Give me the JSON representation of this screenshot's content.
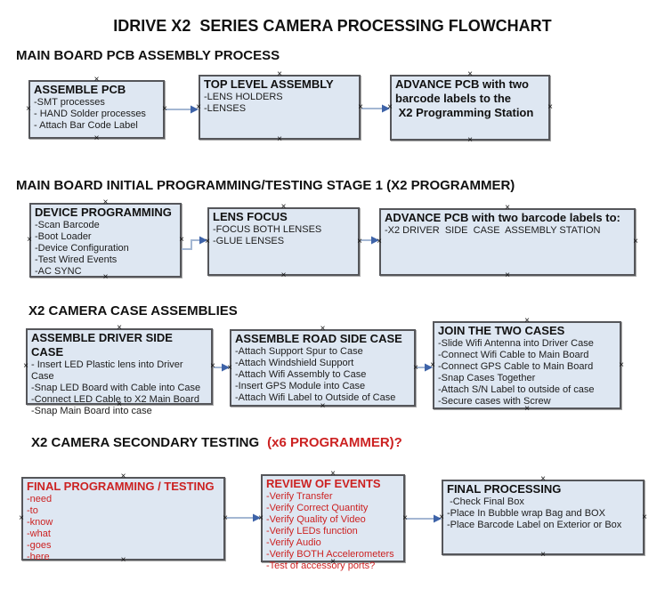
{
  "title": "IDRIVE X2  SERIES CAMERA PROCESSING FLOWCHART",
  "colors": {
    "box_fill": "#dee7f2",
    "box_border": "#55565a",
    "red": "#cc2222",
    "arrow_line": "#a4b7d3",
    "arrow_head": "#3e63a8"
  },
  "icons": {
    "connection_marker": "×"
  },
  "sections": [
    {
      "header": "MAIN BOARD PCB ASSEMBLY PROCESS",
      "boxes": [
        {
          "title": "ASSEMBLE PCB",
          "items": [
            "-SMT processes",
            "- HAND Solder processes",
            "- Attach Bar Code Label"
          ]
        },
        {
          "title": "TOP LEVEL ASSEMBLY",
          "items": [
            "-LENS HOLDERS",
            "-LENSES"
          ]
        },
        {
          "title": "ADVANCE PCB with two\nbarcode labels to the\n X2 Programming Station",
          "items": []
        }
      ]
    },
    {
      "header": "MAIN BOARD INITIAL PROGRAMMING/TESTING STAGE 1 (X2 PROGRAMMER)",
      "boxes": [
        {
          "title": "DEVICE PROGRAMMING",
          "items": [
            "-Scan Barcode",
            "-Boot Loader",
            "-Device Configuration",
            "-Test Wired Events",
            "-AC SYNC"
          ]
        },
        {
          "title": "LENS FOCUS",
          "items": [
            "-FOCUS BOTH LENSES",
            "-GLUE LENSES"
          ]
        },
        {
          "title": "ADVANCE PCB with two barcode labels to:",
          "items": [
            "-X2 DRIVER  SIDE  CASE  ASSEMBLY STATION"
          ]
        }
      ]
    },
    {
      "header": "X2 CAMERA CASE ASSEMBLIES",
      "boxes": [
        {
          "title": "ASSEMBLE DRIVER SIDE CASE",
          "items": [
            "- Insert LED Plastic lens into Driver Case",
            "-Snap LED Board with Cable into Case",
            "-Connect LED Cable to X2 Main Board",
            "-Snap Main Board into case"
          ]
        },
        {
          "title": "ASSEMBLE ROAD SIDE CASE",
          "items": [
            "-Attach Support Spur to Case",
            "-Attach Windshield Support",
            "-Attach Wifi Assembly to Case",
            "-Insert GPS Module into Case",
            "-Attach Wifi Label to Outside of Case"
          ]
        },
        {
          "title": "JOIN THE TWO CASES",
          "items": [
            "-Slide Wifi Antenna into Driver Case",
            "-Connect Wifi Cable to Main Board",
            "-Connect GPS Cable to Main Board",
            "-Snap Cases Together",
            "-Attach S/N Label to outside of case",
            "-Secure cases with Screw"
          ]
        }
      ]
    },
    {
      "header": "X2 CAMERA SECONDARY TESTING",
      "header_suffix": "(x6 PROGRAMMER)?",
      "boxes": [
        {
          "title": "FINAL PROGRAMMING / TESTING",
          "items": [
            "-need",
            "-to",
            "-know",
            "-what",
            "-goes",
            "-here"
          ]
        },
        {
          "title": "REVIEW OF EVENTS",
          "items": [
            "-Verify Transfer",
            "-Verify Correct Quantity",
            "-Verify Quality of Video",
            "-Verify LEDs function",
            "-Verify Audio",
            "-Verify BOTH Accelerometers",
            "-Test of accessory ports?"
          ]
        },
        {
          "title": "FINAL PROCESSING",
          "items": [
            " -Check Final Box",
            "-Place In Bubble wrap Bag and BOX",
            "-Place Barcode Label on Exterior or Box"
          ]
        }
      ]
    }
  ]
}
